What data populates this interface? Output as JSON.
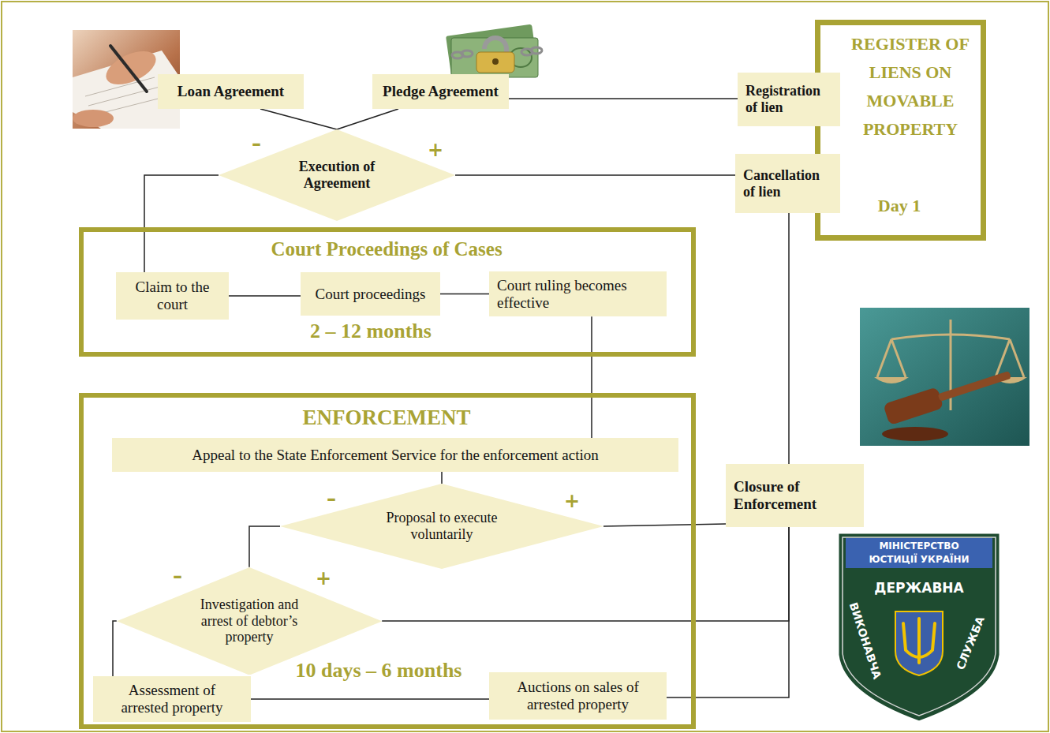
{
  "diagram": {
    "nodes": [
      {
        "text": [
          "Loan Agreement"
        ]
      },
      {
        "text": [
          "Pledge Agreement"
        ]
      },
      {
        "text": [
          "REGISTER OF LIENS ON MOVABLE PROPERTY",
          "Day 1"
        ]
      },
      {
        "text": [
          "Registration of lien"
        ]
      },
      {
        "text": [
          "Execution of Agreement"
        ]
      },
      {
        "text": [
          "Cancellation of lien"
        ]
      },
      {
        "text": [
          "Court Proceedings of Cases",
          "2 – 12 months"
        ]
      },
      {
        "text": [
          "Claim to the court"
        ],
        "in": 6
      },
      {
        "text": [
          "Court proceedings"
        ],
        "in": 6
      },
      {
        "text": [
          "Court ruling becomes effective"
        ],
        "in": 6
      },
      {
        "text": [
          "ENFORCEMENT",
          "10 days – 6 months"
        ]
      },
      {
        "text": [
          "Appeal to the State Enforcement Service for the enforcement action"
        ],
        "in": 10
      },
      {
        "text": [
          "Proposal to execute voluntarily"
        ],
        "in": 10
      },
      {
        "text": [
          "Closure of Enforcement"
        ]
      },
      {
        "text": [
          "Investigation and arrest of debtor’s property"
        ],
        "in": 10
      },
      {
        "text": [
          "Assessment of arrested property"
        ],
        "in": 10
      },
      {
        "text": [
          "Auctions on sales of arrested property"
        ],
        "in": 10
      }
    ],
    "edges": [
      {
        "from": 0,
        "to": 4,
        "arrow": "none"
      },
      {
        "from": 1,
        "to": 4,
        "arrow": "none"
      },
      {
        "from": 1,
        "to": 3,
        "arrow": "none"
      },
      {
        "from": 4,
        "to": 7,
        "label": "–",
        "arrow": "none"
      },
      {
        "from": 4,
        "to": 5,
        "label": "+",
        "arrow": "none"
      },
      {
        "from": 7,
        "to": 8,
        "arrow": "none"
      },
      {
        "from": 8,
        "to": 9,
        "arrow": "none"
      },
      {
        "from": 9,
        "to": 11,
        "arrow": "none"
      },
      {
        "from": 11,
        "to": 12,
        "arrow": "none"
      },
      {
        "from": 12,
        "to": 13,
        "label": "+",
        "arrow": "none"
      },
      {
        "from": 12,
        "to": 14,
        "label": "–",
        "arrow": "none"
      },
      {
        "from": 14,
        "to": 13,
        "label": "+",
        "arrow": "none"
      },
      {
        "from": 14,
        "to": 15,
        "label": "–",
        "arrow": "none"
      },
      {
        "from": 15,
        "to": 16,
        "arrow": "none"
      },
      {
        "from": 16,
        "to": 13,
        "arrow": "none"
      },
      {
        "from": 13,
        "to": 5,
        "arrow": "none"
      }
    ],
    "labels": [
      "МІНІСТЕРСТВО",
      "ЮСТИЦІЇ УКРАЇНИ",
      "ДЕРЖАВНА",
      "ВИКОНАВЧА",
      "СЛУЖБА"
    ]
  }
}
